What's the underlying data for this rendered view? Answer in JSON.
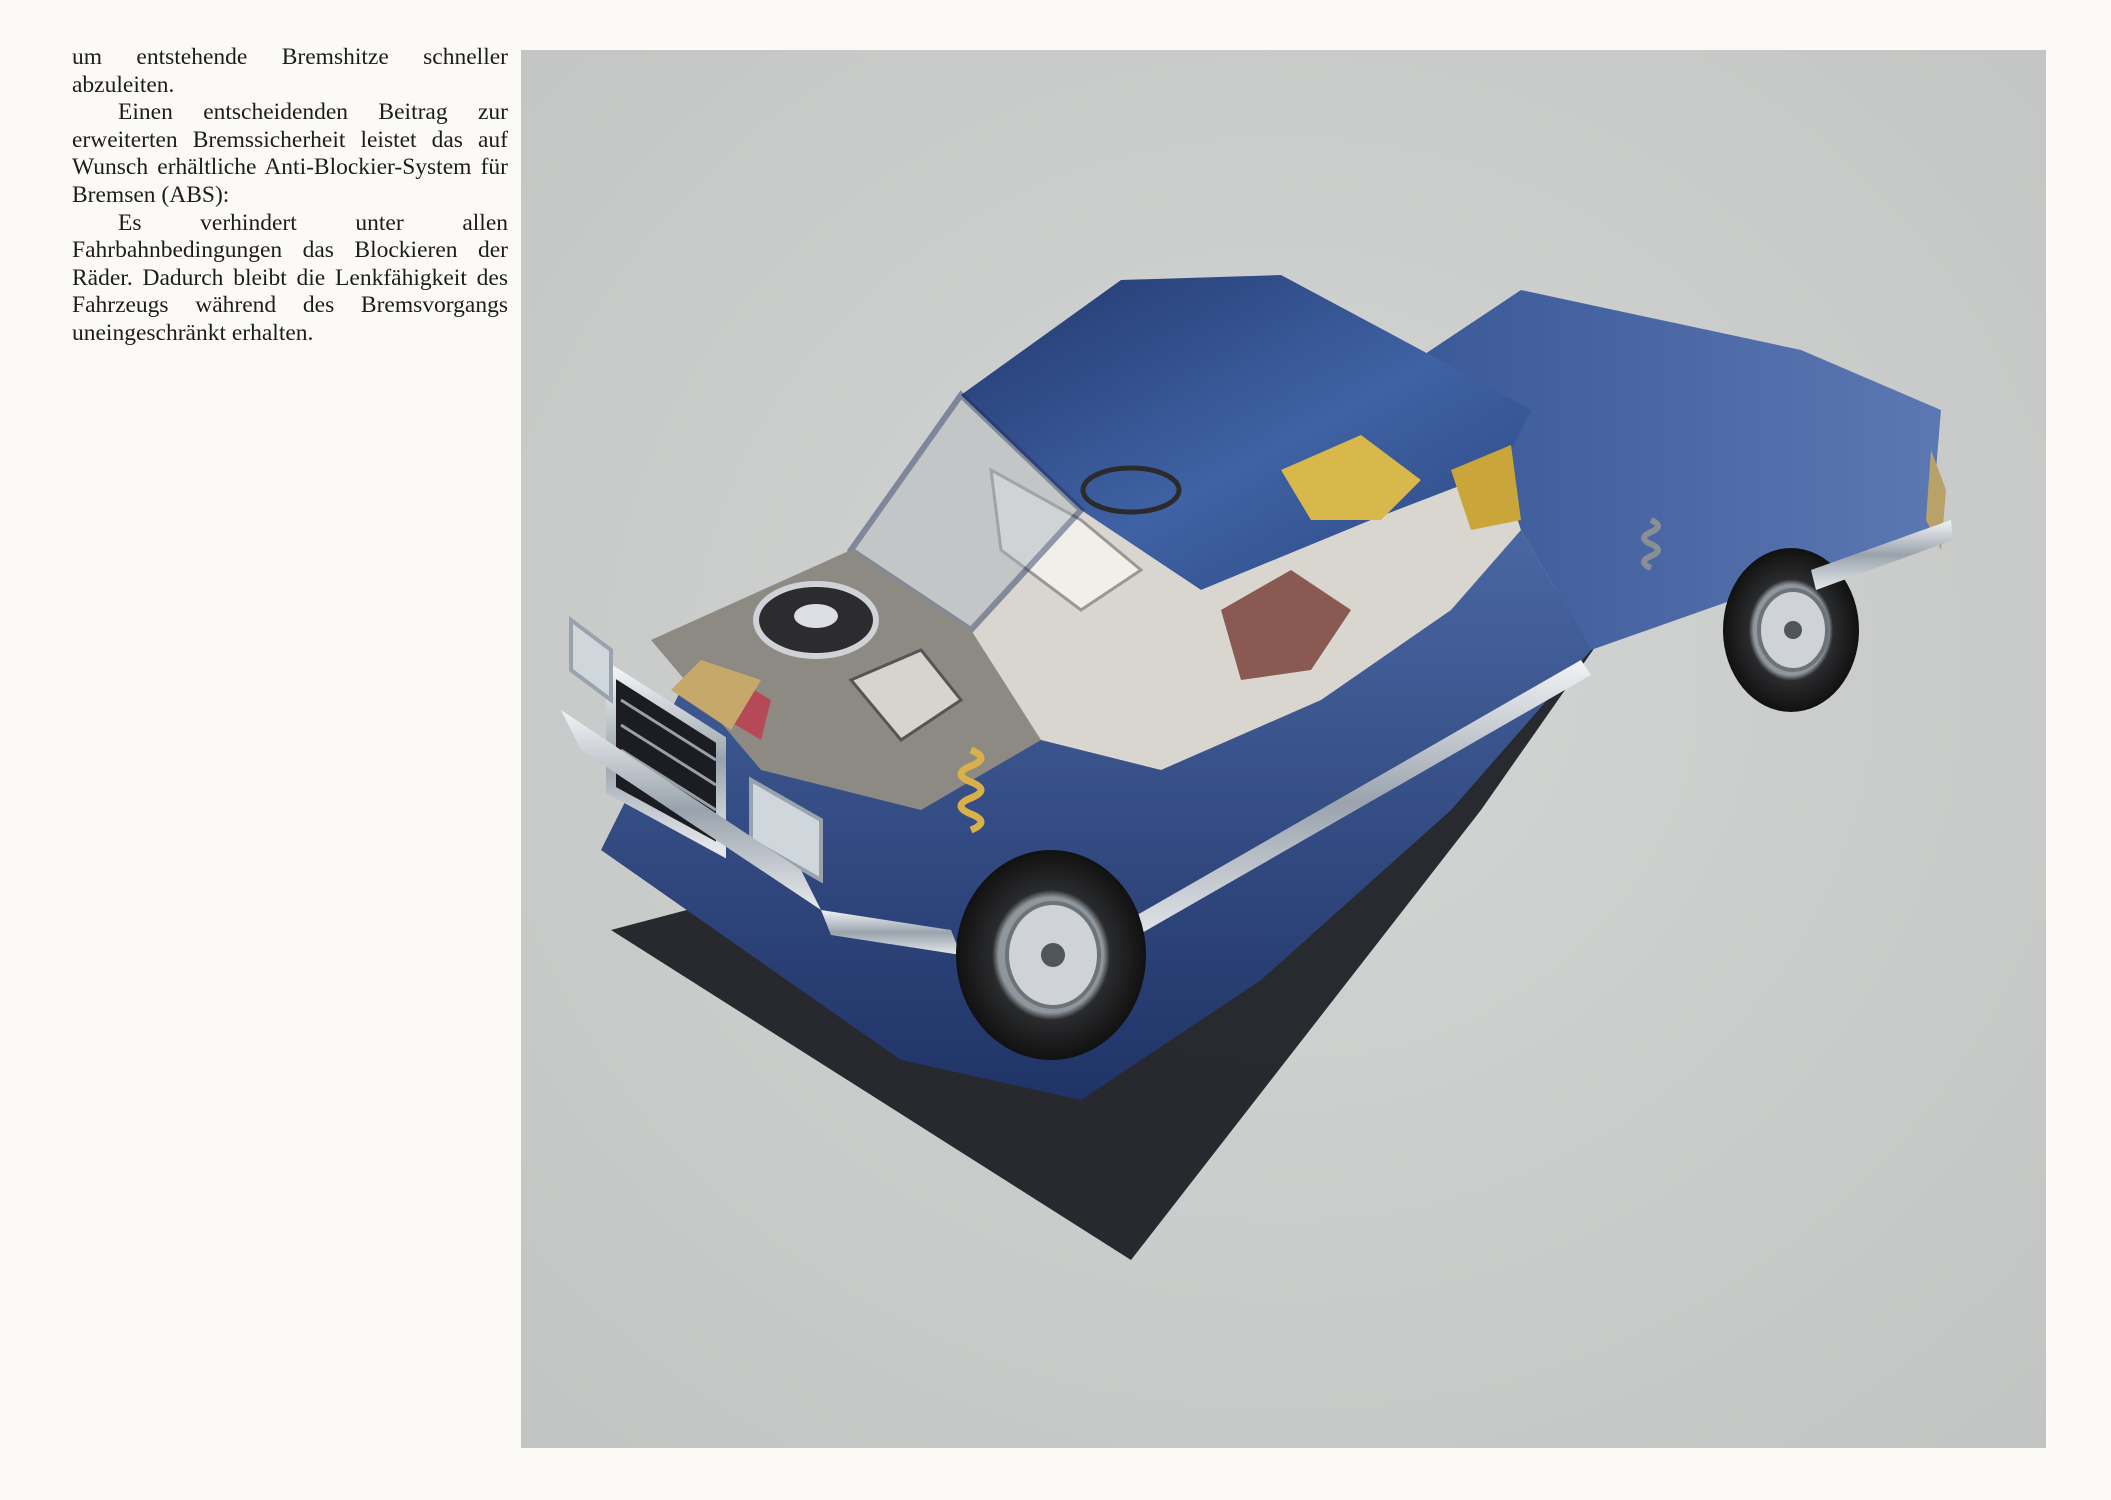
{
  "body_text": {
    "para1": "um entstehende Bremshitze schneller abzuleiten.",
    "para2": "Einen entscheidenden Beitrag zur erweiterten Bremssicherheit leistet das auf Wunsch erhältliche Anti-Blockier-System für Bremsen (ABS):",
    "para3": "Es verhindert unter allen Fahrbahnbedingungen das Blockieren der Räder. Dadurch bleibt die Lenkfähigkeit des Fahrzeugs während des Bremsvorgangs uneingeschränkt erhalten."
  },
  "colors": {
    "page": "#fbfaf7",
    "illustration_background": "#c9cbca",
    "car_body": "#2f4a86",
    "car_roof": "#3d5d9e",
    "chrome": "#d9dde3",
    "interior_yellow": "#d8b84a"
  }
}
